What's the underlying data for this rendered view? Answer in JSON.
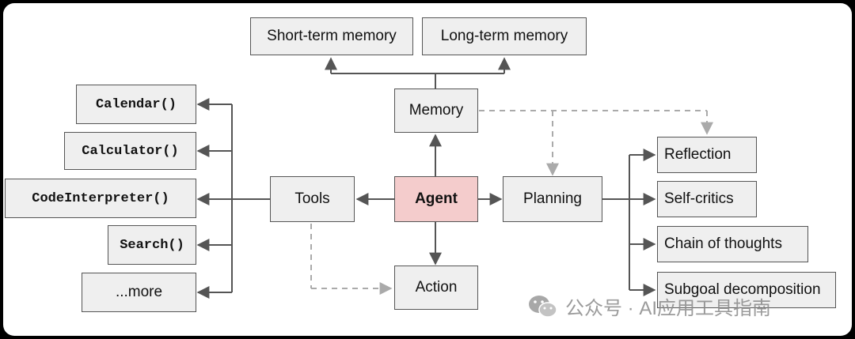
{
  "diagram": {
    "nodes": {
      "short_term_memory": "Short-term memory",
      "long_term_memory": "Long-term memory",
      "memory": "Memory",
      "agent": "Agent",
      "tools": "Tools",
      "planning": "Planning",
      "action": "Action",
      "calendar": "Calendar()",
      "calculator": "Calculator()",
      "code_interpreter": "CodeInterpreter()",
      "search": "Search()",
      "more": "...more",
      "reflection": "Reflection",
      "self_critics": "Self-critics",
      "chain_of_thoughts": "Chain of thoughts",
      "subgoal_decomposition": "Subgoal decomposition"
    },
    "colors": {
      "agent_fill": "#f4cccc",
      "node_fill": "#efefef",
      "line": "#555555",
      "dashed": "#aaaaaa"
    }
  },
  "watermark": {
    "text": "公众号 · AI应用工具指南",
    "icon": "wechat-icon"
  }
}
